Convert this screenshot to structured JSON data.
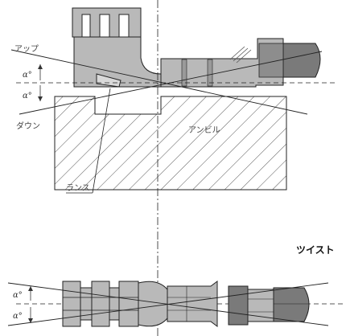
{
  "labels": {
    "up": "アップ",
    "down": "ダウン",
    "anvil": "アンビル",
    "lance": "ランス",
    "twist": "ツイスト",
    "alpha": "α°"
  },
  "colors": {
    "part_fill": "#b9b9b9",
    "dark_fill": "#7a7a7a",
    "line": "#222222",
    "hatch": "#555555"
  }
}
